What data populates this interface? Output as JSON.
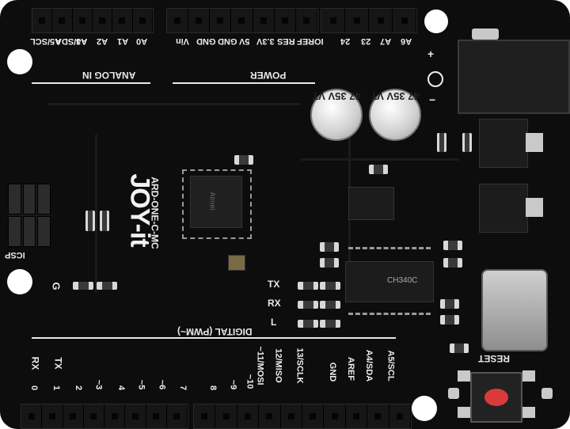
{
  "top_header": {
    "analog_labels": [
      "A5/SCL",
      "A4/SDA",
      "A3",
      "A2",
      "A1",
      "A0"
    ],
    "power_labels": [
      "Vin",
      "GND",
      "GND",
      "5V",
      "3.3V",
      "RES",
      "IOREF"
    ],
    "extra_labels": [
      "24",
      "23",
      "A7",
      "A6"
    ],
    "analog_title": "ANALOG IN",
    "power_title": "POWER"
  },
  "bottom_header": {
    "digital_labels": [
      "0",
      "1",
      "2",
      "~3",
      "4",
      "~5",
      "~6",
      "7",
      "8",
      "~9",
      "~10",
      "~11/MOSI",
      "12/MISO",
      "13/SCLK",
      "GND",
      "AREF",
      "A4/SDA",
      "A5/SCL"
    ],
    "digital_title": "DIGITAL (PWM~)",
    "rx_label": "RX",
    "tx_label": "TX"
  },
  "board": {
    "brand": "JOY-it",
    "model": "ARD-ONE-C-MC",
    "icsp_label": "ICSP",
    "reset_label": "RESET",
    "led_labels": [
      "TX",
      "RX",
      "L"
    ],
    "g_label": "G"
  },
  "components": {
    "cap1_text": "47 35V VT",
    "cap2_text": "47 35V VT",
    "usb_chip_text": "CH340C",
    "mcu_text": "Atmel",
    "power_plus": "+",
    "power_minus": "−"
  }
}
